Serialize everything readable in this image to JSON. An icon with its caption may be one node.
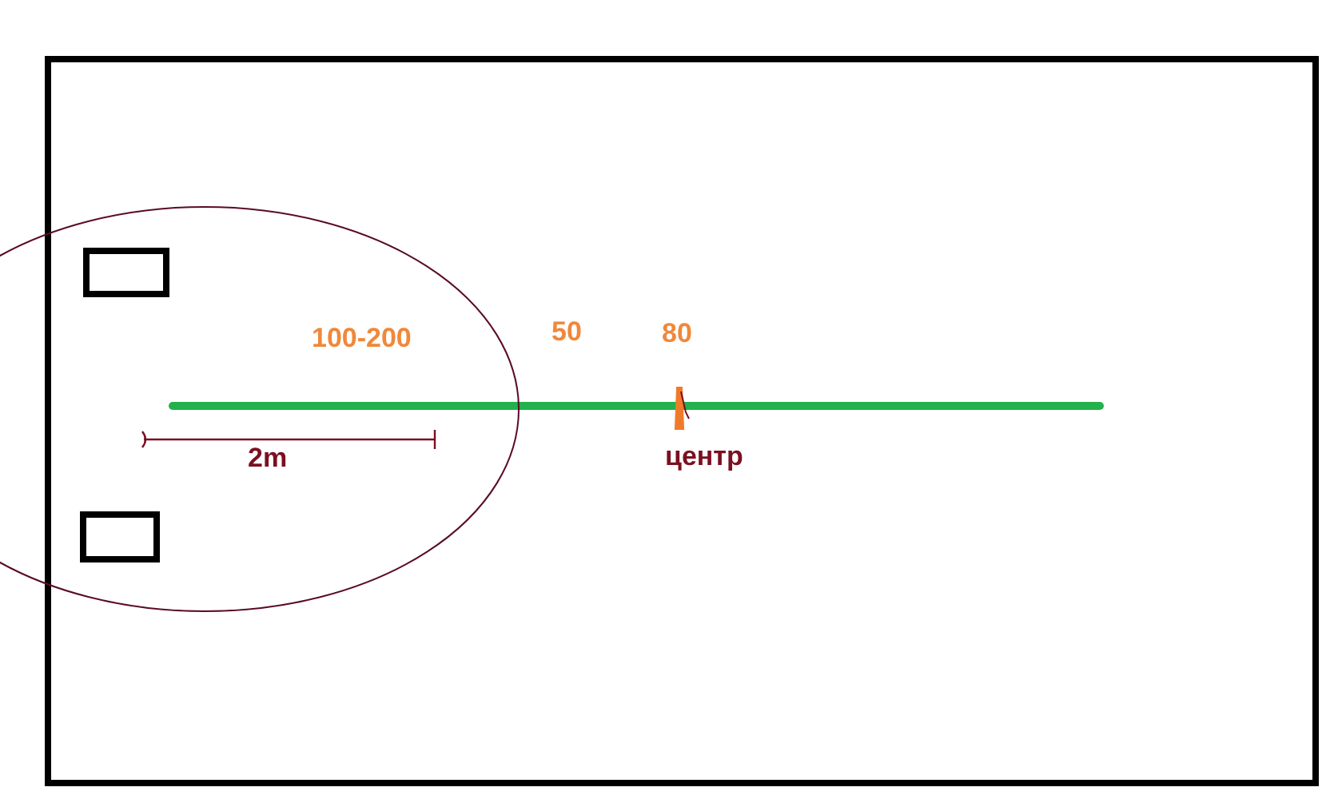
{
  "diagram": {
    "nodes": [
      {
        "text": [
          "100-200"
        ]
      },
      {
        "text": [],
        "shape": "box",
        "in": 0
      },
      {
        "text": [],
        "shape": "box",
        "in": 0
      }
    ],
    "labels": [
      "50",
      "80",
      "2m",
      "центр"
    ]
  }
}
